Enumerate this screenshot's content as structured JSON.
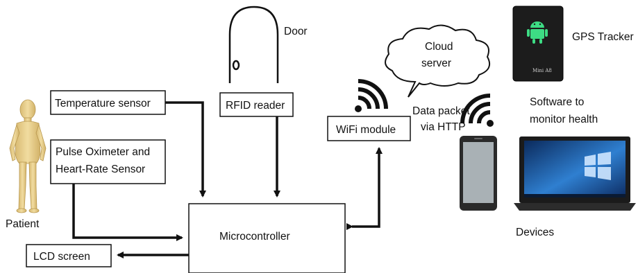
{
  "labels": {
    "door": "Door",
    "gps_tracker": "GPS Tracker",
    "cloud_server": [
      "Cloud",
      "server"
    ],
    "software": [
      "Software to",
      "monitor health"
    ],
    "data_packet": [
      "Data packet",
      "via HTTP"
    ],
    "patient": "Patient",
    "devices": "Devices",
    "tracker_brand": "Mini A8"
  },
  "boxes": {
    "temperature_sensor": "Temperature sensor",
    "rfid_reader": "RFID reader",
    "wifi_module": "WiFi module",
    "pulse_oximeter": [
      "Pulse Oximeter and",
      "Heart-Rate Sensor"
    ],
    "microcontroller": "Microcontroller",
    "lcd_screen": "LCD screen"
  },
  "icons": {
    "door": "door-icon",
    "gps_tracker": "gps-tracker-device-icon",
    "cloud": "cloud-icon",
    "wifi": "wifi-signal-icon",
    "patient": "patient-figure-icon",
    "phone": "smartphone-icon",
    "laptop": "laptop-icon"
  },
  "colors": {
    "line": "#111111",
    "tracker_body": "#1c1c1c",
    "android_green": "#3ddc84",
    "patient_skin": "#e8cf8e",
    "laptop_screen": "#1f5fa8",
    "phone_screen": "#a9b1b5"
  }
}
